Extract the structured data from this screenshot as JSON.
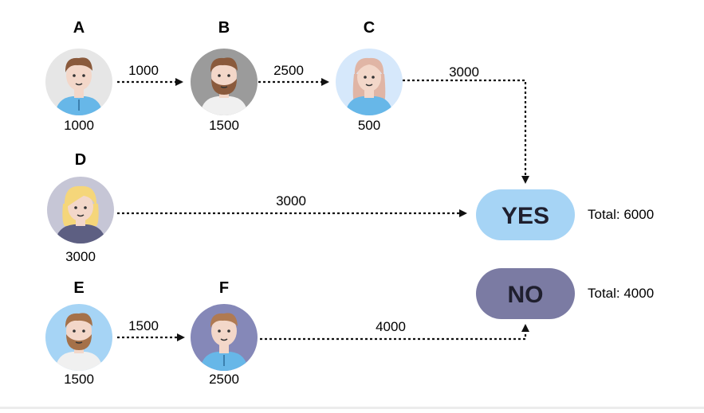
{
  "voters": [
    {
      "id": "A",
      "amount": "1000",
      "bg": "#e6e6e6",
      "hair": "#8a5a3c",
      "beard": false,
      "long_hair": false,
      "shirt": "#67b7e8"
    },
    {
      "id": "B",
      "amount": "1500",
      "bg": "#9b9b9b",
      "hair": "#8a5a3c",
      "beard": true,
      "long_hair": false,
      "shirt": "#f0f0f0"
    },
    {
      "id": "C",
      "amount": "500",
      "bg": "#d6e8fb",
      "hair": "#e0b5a5",
      "beard": false,
      "long_hair": true,
      "shirt": "#67b7e8"
    },
    {
      "id": "D",
      "amount": "3000",
      "bg": "#c6c6d6",
      "hair": "#f5d67a",
      "beard": false,
      "long_hair": true,
      "shirt": "#5d5f82"
    },
    {
      "id": "E",
      "amount": "1500",
      "bg": "#a6d4f5",
      "hair": "#a57149",
      "beard": true,
      "long_hair": false,
      "shirt": "#f0f0f0"
    },
    {
      "id": "F",
      "amount": "2500",
      "bg": "#8588b8",
      "hair": "#b07a52",
      "beard": false,
      "long_hair": false,
      "shirt": "#67b7e8"
    }
  ],
  "edges": [
    {
      "from": "A",
      "to": "B",
      "label": "1000"
    },
    {
      "from": "B",
      "to": "C",
      "label": "2500"
    },
    {
      "from": "C",
      "to": "YES",
      "label": "3000"
    },
    {
      "from": "D",
      "to": "YES",
      "label": "3000"
    },
    {
      "from": "E",
      "to": "F",
      "label": "1500"
    },
    {
      "from": "F",
      "to": "NO",
      "label": "4000"
    }
  ],
  "outcomes": {
    "yes": {
      "label": "YES",
      "total": "Total: 6000",
      "fill": "#a6d4f5",
      "text_color": "#1f1f2e"
    },
    "no": {
      "label": "NO",
      "total": "Total: 4000",
      "fill": "#7b7ba3",
      "text_color": "#1f1f2e"
    }
  }
}
